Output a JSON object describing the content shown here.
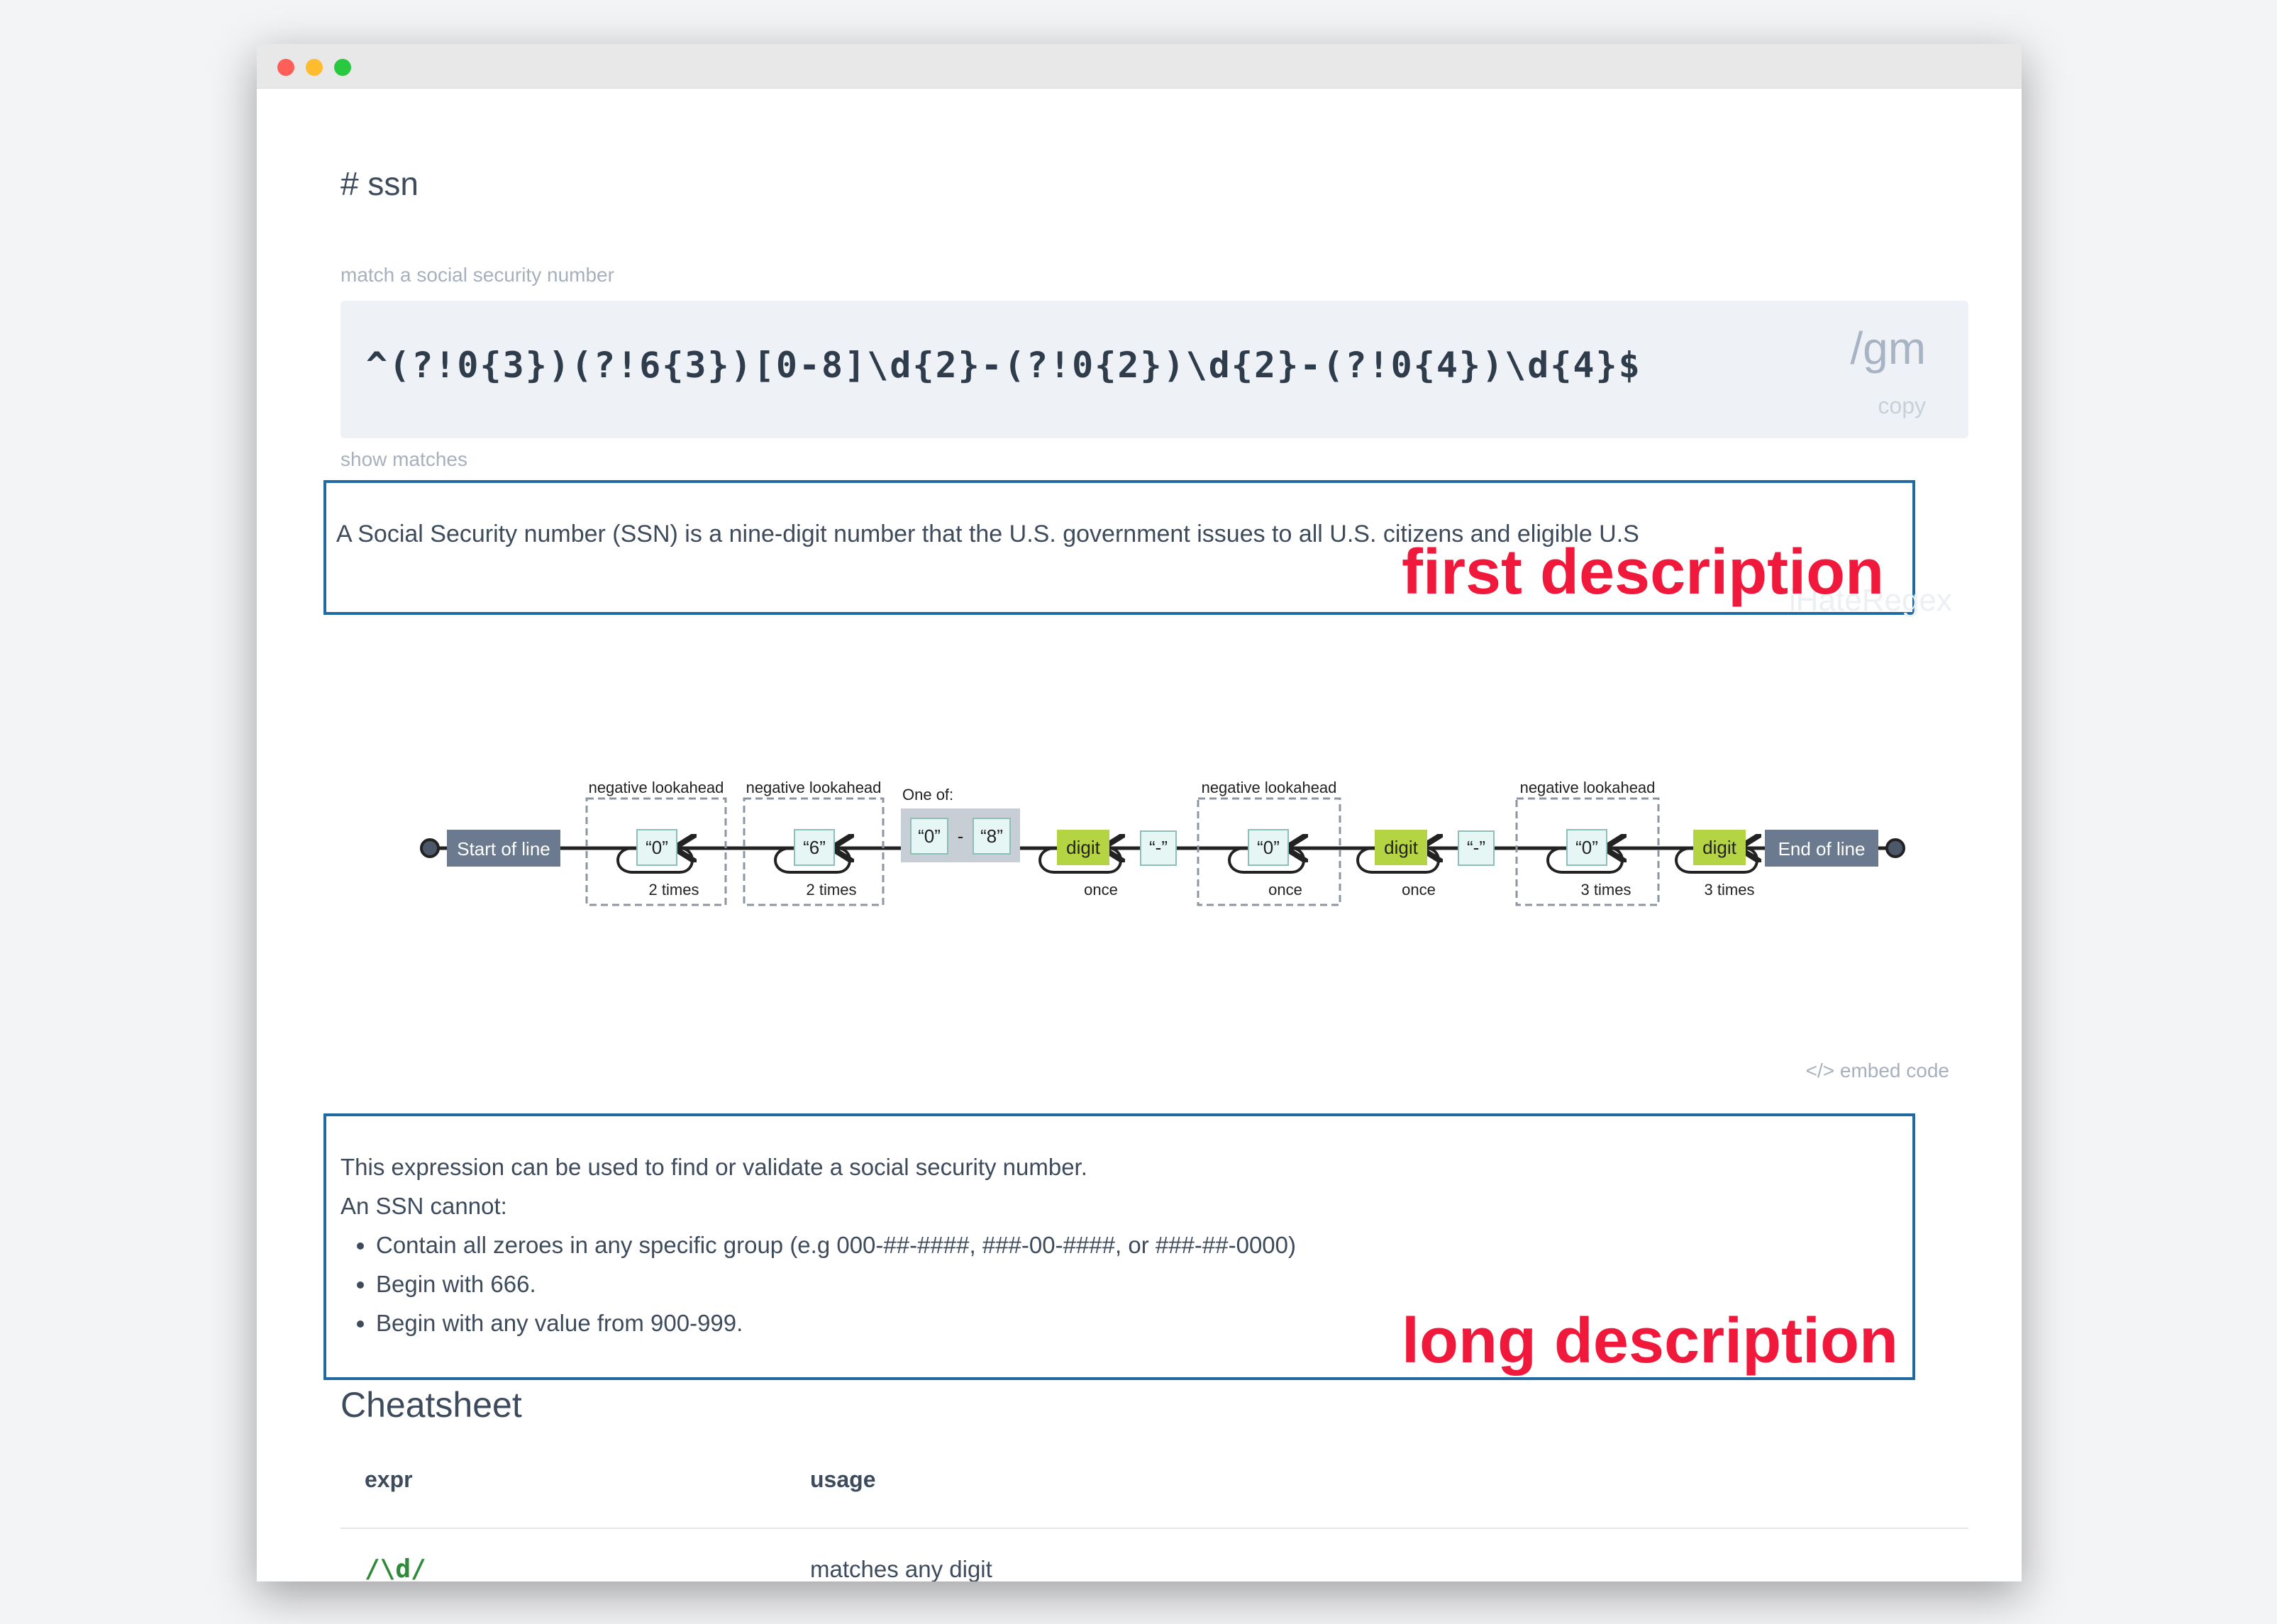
{
  "page": {
    "title": "# ssn",
    "subtitle": "match a social security number"
  },
  "regex": {
    "pattern": "^(?!0{3})(?!6{3})[0-8]\\d{2}-(?!0{2})\\d{2}-(?!0{4})\\d{4}$",
    "flags": "/gm",
    "copy_label": "copy",
    "show_matches_label": "show matches"
  },
  "first_description": {
    "text": "A Social Security number (SSN) is a nine-digit number that the U.S. government issues to all U.S. citizens and eligible U.S",
    "annotation": "first description",
    "watermark": "iHateRegex"
  },
  "diagram": {
    "start": "Start of line",
    "end": "End of line",
    "negative_lookahead_label": "negative lookahead",
    "one_of_label": "One of:",
    "range_from": "“0”",
    "range_sep": "-",
    "range_to": "“8”",
    "lookahead_1": {
      "char": "“0”",
      "count": "2 times"
    },
    "lookahead_2": {
      "char": "“6”",
      "count": "2 times"
    },
    "lookahead_3": {
      "char": "“0”",
      "count": "once"
    },
    "lookahead_4": {
      "char": "“0”",
      "count": "3 times"
    },
    "digit_label": "digit",
    "digit_1_count": "once",
    "digit_2_count": "once",
    "digit_3_count": "3 times",
    "hyphen": "“-”"
  },
  "embed_code_label": "</> embed code",
  "long_description": {
    "line1": "This expression can be used to find or validate a social security number.",
    "line2": "An SSN cannot:",
    "bullets": [
      "Contain all zeroes in any specific group (e.g 000-##-####, ###-00-####, or ###-##-0000)",
      "Begin with 666.",
      "Begin with any value from 900-999."
    ],
    "annotation": "long description"
  },
  "cheatsheet": {
    "title": "Cheatsheet",
    "headers": {
      "expr": "expr",
      "usage": "usage"
    },
    "rows": [
      {
        "expr": "/\\d/",
        "usage": "matches any digit"
      }
    ]
  },
  "colors": {
    "annotation_red": "#f0193c",
    "box_blue": "#1f6aa3",
    "digit_green": "#b5d443",
    "anchor_slate": "#6b7a8f"
  }
}
